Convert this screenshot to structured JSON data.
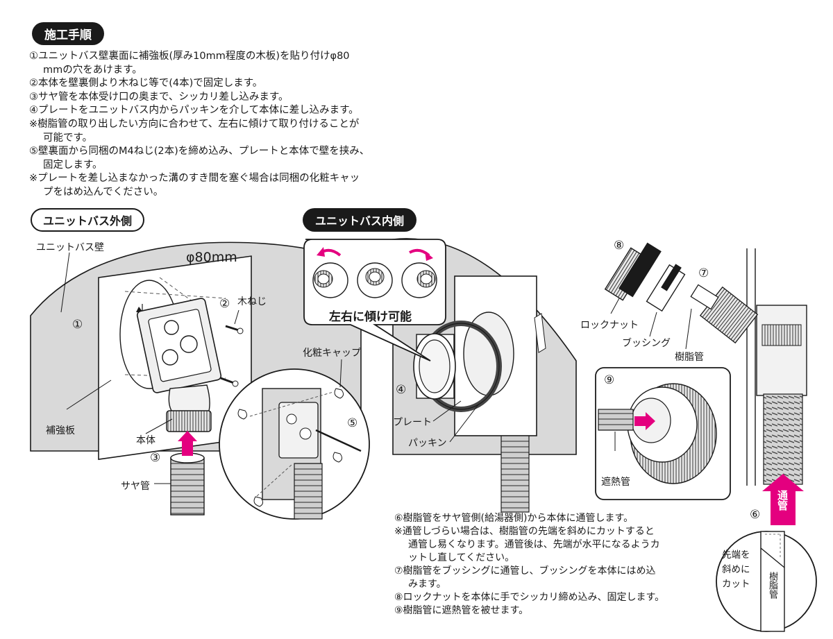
{
  "header": {
    "title": "施工手順"
  },
  "steps": [
    "①ユニットバス壁裏面に補強板(厚み10mm程度の木板)を貼り付けφ80",
    "mmの穴をあけます。",
    "②本体を壁裏側より木ねじ等で(4本)で固定します。",
    "③サヤ管を本体受け口の奥まで、シッカリ差し込みます。",
    "④プレートをユニットバス内からパッキンを介して本体に差し込みます。",
    "※樹脂管の取り出したい方向に合わせて、左右に傾けて取り付けることが",
    "可能です。",
    "⑤壁裏面から同梱のM4ねじ(2本)を締め込み、プレートと本体で壁を挟み、",
    "固定します。",
    "※プレートを差し込まなかった溝のすき間を塞ぐ場合は同梱の化粧キャッ",
    "プをはめ込んでください。"
  ],
  "outside": {
    "badge": "ユニットバス外側",
    "wall_label": "ユニットバス壁",
    "hole_label": "φ80mm",
    "screw_label": "木ねじ",
    "board_label": "補強板",
    "body_label": "本体",
    "sleeve_label": "サヤ管",
    "cap_label": "化粧キャップ",
    "n1": "①",
    "n2": "②",
    "n3": "③",
    "n5": "⑤"
  },
  "inside": {
    "badge": "ユニットバス内側",
    "tilt_label": "左右に傾け可能",
    "plate_label": "プレート",
    "packing_label": "パッキン",
    "n4": "④"
  },
  "right": {
    "locknut_label": "ロックナット",
    "bushing_label": "ブッシング",
    "resin_label": "樹脂管",
    "insulation_label": "遮熱管",
    "arrow_label": "通管",
    "cut_label_lines": [
      "先端を",
      "斜めに",
      "カット"
    ],
    "cut_resin_label": "樹脂管",
    "n6": "⑥",
    "n7": "⑦",
    "n8": "⑧",
    "n9": "⑨"
  },
  "notes": [
    "⑥樹脂管をサヤ管側(給湯器側)から本体に通管します。",
    "※通管しづらい場合は、樹脂管の先端を斜めにカットすると",
    "通管し易くなります。通管後は、先端が水平になるようカ",
    "ットし直してください。",
    "⑦樹脂管をブッシングに通管し、ブッシングを本体にはめ込",
    "みます。",
    "⑧ロックナットを本体に手でシッカリ締め込み、固定します。",
    "⑨樹脂管に遮熱管を被せます。"
  ],
  "colors": {
    "accent": "#e4007f",
    "wall": "#d9d9d9",
    "ink": "#1a1a1a"
  }
}
